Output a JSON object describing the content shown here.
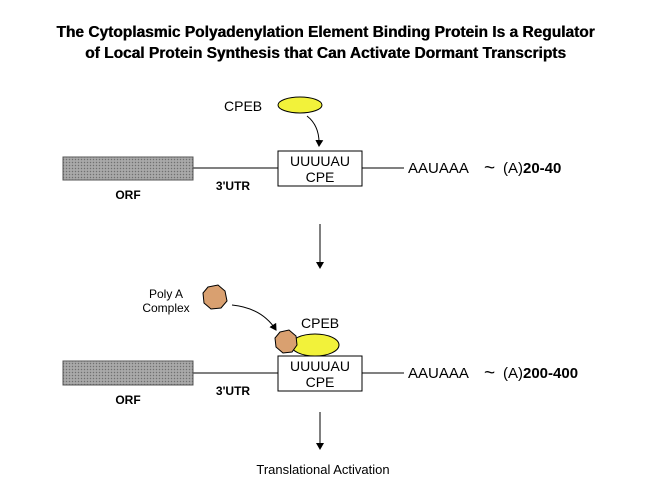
{
  "title": {
    "line1": "The Cytoplasmic Polyadenylation Element Binding Protein Is a Regulator",
    "line2": "of Local Protein Synthesis that Can Activate Dormant Transcripts"
  },
  "top_panel": {
    "cpeb_label": "CPEB",
    "orf_label": "ORF",
    "utr_label": "3'UTR",
    "box_line1": "UUUUAU",
    "box_line2": "CPE",
    "signal": "AAUAAA",
    "tilde": "~",
    "tail_prefix": "(A)",
    "tail_length": "20-40"
  },
  "bottom_panel": {
    "poly_a_line1": "Poly A",
    "poly_a_line2": "Complex",
    "cpeb_label": "CPEB",
    "orf_label": "ORF",
    "utr_label": "3'UTR",
    "box_line1": "UUUUAU",
    "box_line2": "CPE",
    "signal": "AAUAAA",
    "tilde": "~",
    "tail_prefix": "(A)",
    "tail_length": "200-400"
  },
  "result_label": "Translational Activation",
  "colors": {
    "cpeb": "#f2f23a",
    "poly_a_complex": "#d9a070",
    "orf_block": "#999999"
  }
}
